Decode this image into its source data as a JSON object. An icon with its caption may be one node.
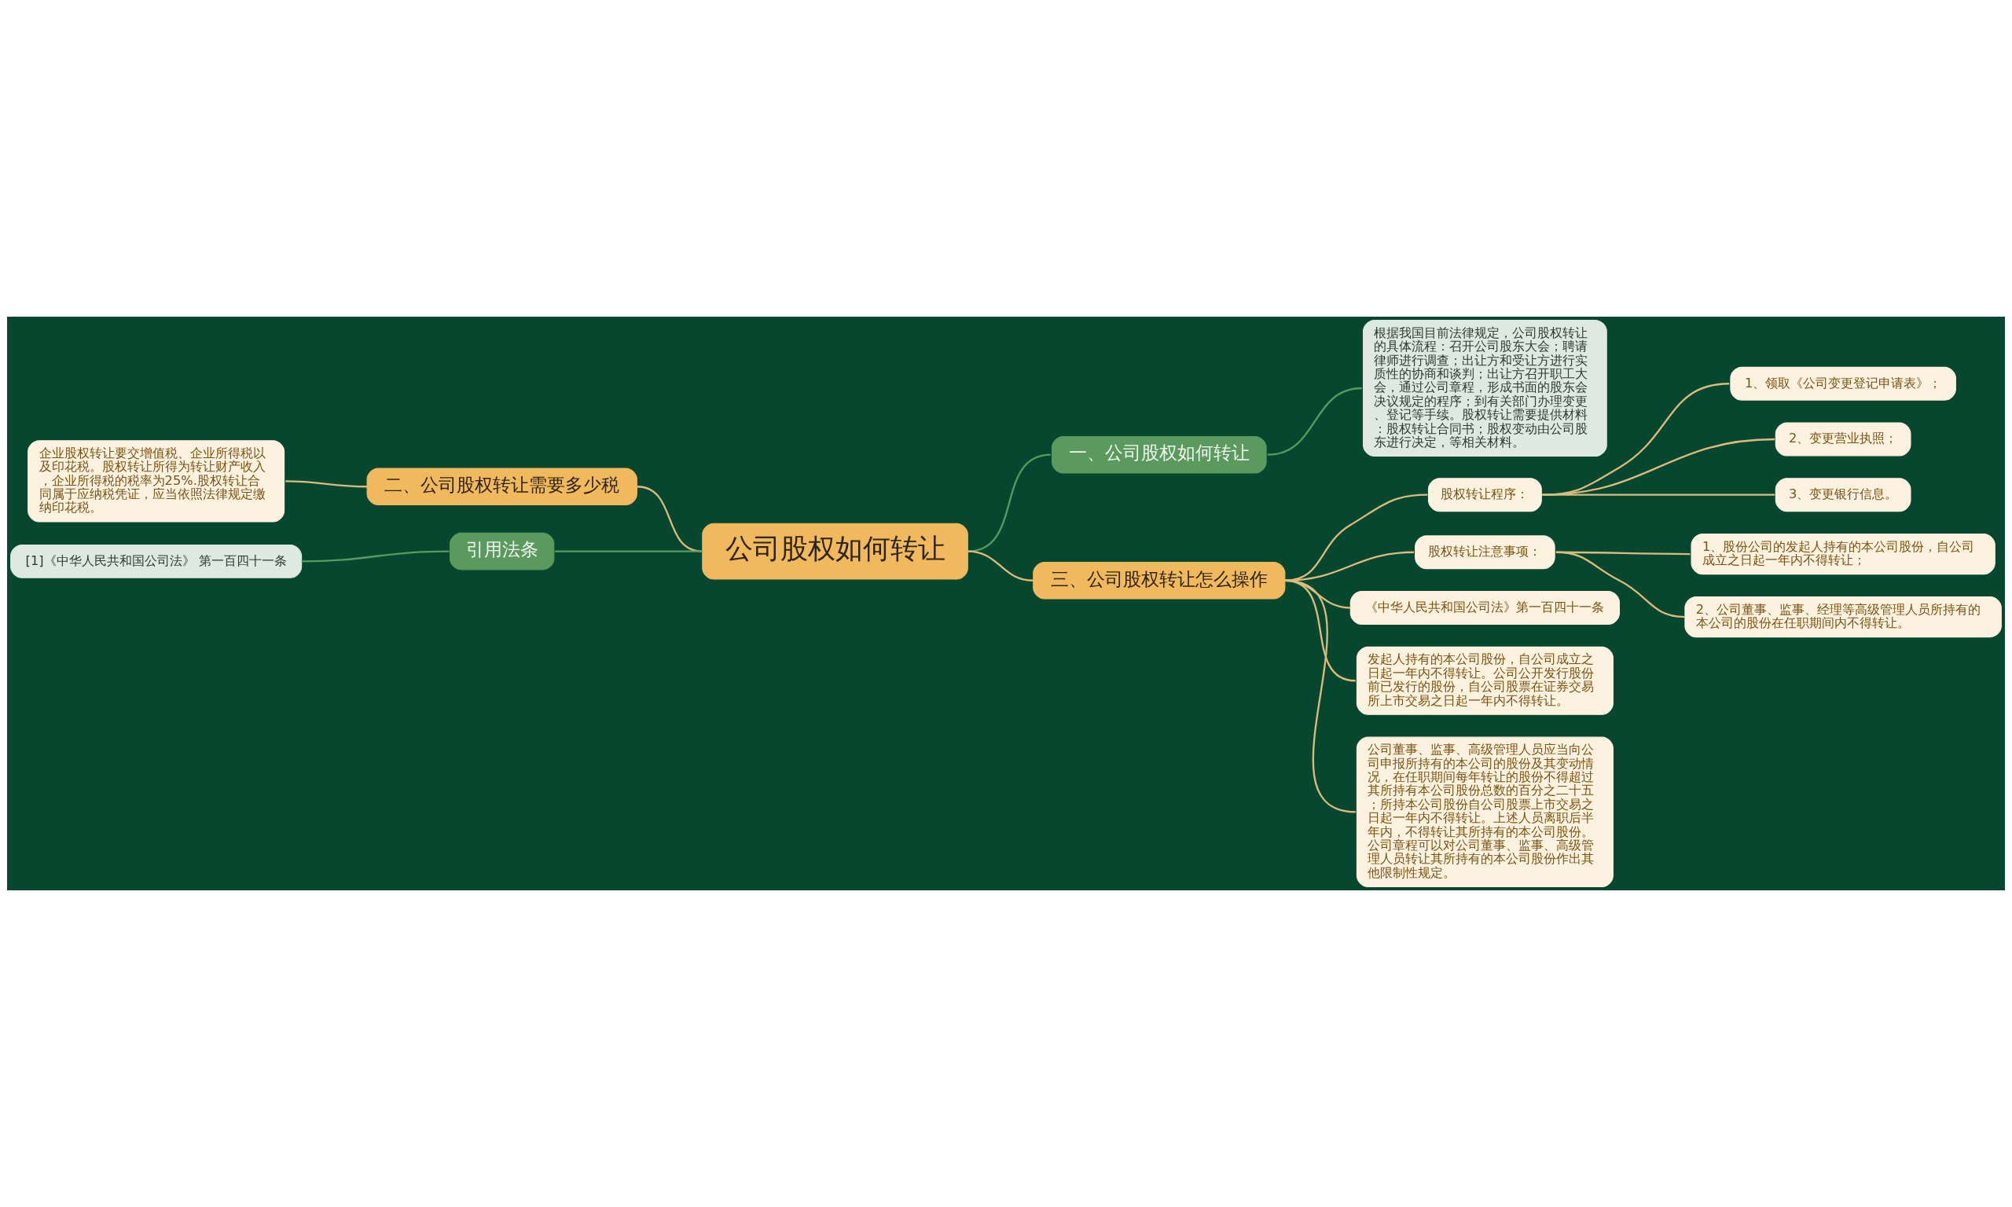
{
  "diagram": {
    "nodes": [
      {
        "text": [
          "公司股权如何转让"
        ]
      },
      {
        "text": [
          "一、公司股权如何转让"
        ]
      },
      {
        "text": [
          "根据我国目前法律规定，公司股权转让的具体流程：召开公司股东大会；聘请律师进行调查；出让方和受让方进行实质性的协商和谈判；出让方召开职工大会，通过公司章程，形成书面的股东会决议规定的程序；到有关部门办理变更、登记等手续。股权转让需要提供材料：股权转让合同书；股权变动由公司股东进行决定，等相关材料。"
        ]
      },
      {
        "text": [
          "二、公司股权转让需要多少税"
        ]
      },
      {
        "text": [
          "企业股权转让要交增值税、企业所得税以及印花税。股权转让所得为转让财产收入，企业所得税的税率为25%.股权转让合同属于应纳税凭证，应当依照法律规定缴纳印花税。"
        ]
      },
      {
        "text": [
          "引用法条"
        ]
      },
      {
        "text": [
          "[1]《中华人民共和国公司法》 第一百四十一条"
        ]
      },
      {
        "text": [
          "三、公司股权转让怎么操作"
        ]
      },
      {
        "text": [
          "股权转让程序："
        ]
      },
      {
        "text": [
          "1、领取《公司变更登记申请表》；"
        ]
      },
      {
        "text": [
          "2、变更营业执照；"
        ]
      },
      {
        "text": [
          "3、变更银行信息。"
        ]
      },
      {
        "text": [
          "股权转让注意事项："
        ]
      },
      {
        "text": [
          "1、股份公司的发起人持有的本公司股份，自公司成立之日起一年内不得转让；"
        ]
      },
      {
        "text": [
          "2、公司董事、监事、经理等高级管理人员所持有的本公司的股份在任职期间内不得转让。"
        ]
      },
      {
        "text": [
          "《中华人民共和国公司法》第一百四十一条"
        ]
      },
      {
        "text": [
          "发起人持有的本公司股份，自公司成立之日起一年内不得转让。公司公开发行股份前已发行的股份，自公司股票在证券交易所上市交易之日起一年内不得转让。"
        ]
      },
      {
        "text": [
          "公司董事、监事、高级管理人员应当向公司申报所持有的本公司的股份及其变动情况，在任职期间每年转让的股份不得超过其所持有本公司股份总数的百分之二十五；所持本公司股份自公司股票上市交易之日起一年内不得转让。上述人员离职后半年内，不得转让其所持有的本公司股份。公司章程可以对公司董事、监事、高级管理人员转让其所持有的本公司股份作出其他限制性规定。"
        ]
      }
    ],
    "edges": [
      {
        "from": 0,
        "to": 1,
        "arrow": "none",
        "color": "#5a9a5e"
      },
      {
        "from": 1,
        "to": 2,
        "arrow": "none",
        "color": "#5a9a5e"
      },
      {
        "from": 0,
        "to": 3,
        "arrow": "none"
      },
      {
        "from": 3,
        "to": 4,
        "arrow": "none"
      },
      {
        "from": 0,
        "to": 5,
        "arrow": "none",
        "color": "#5a9a5e"
      },
      {
        "from": 5,
        "to": 6,
        "arrow": "none",
        "color": "#5a9a5e"
      },
      {
        "from": 0,
        "to": 7,
        "arrow": "none"
      },
      {
        "from": 7,
        "to": 8,
        "arrow": "none"
      },
      {
        "from": 8,
        "to": 9,
        "arrow": "none"
      },
      {
        "from": 8,
        "to": 10,
        "arrow": "none"
      },
      {
        "from": 8,
        "to": 11,
        "arrow": "none"
      },
      {
        "from": 7,
        "to": 12,
        "arrow": "none"
      },
      {
        "from": 12,
        "to": 13,
        "arrow": "none"
      },
      {
        "from": 12,
        "to": 14,
        "arrow": "none"
      },
      {
        "from": 7,
        "to": 15,
        "arrow": "none"
      },
      {
        "from": 7,
        "to": 16,
        "arrow": "none"
      },
      {
        "from": 7,
        "to": 17,
        "arrow": "none"
      }
    ]
  }
}
